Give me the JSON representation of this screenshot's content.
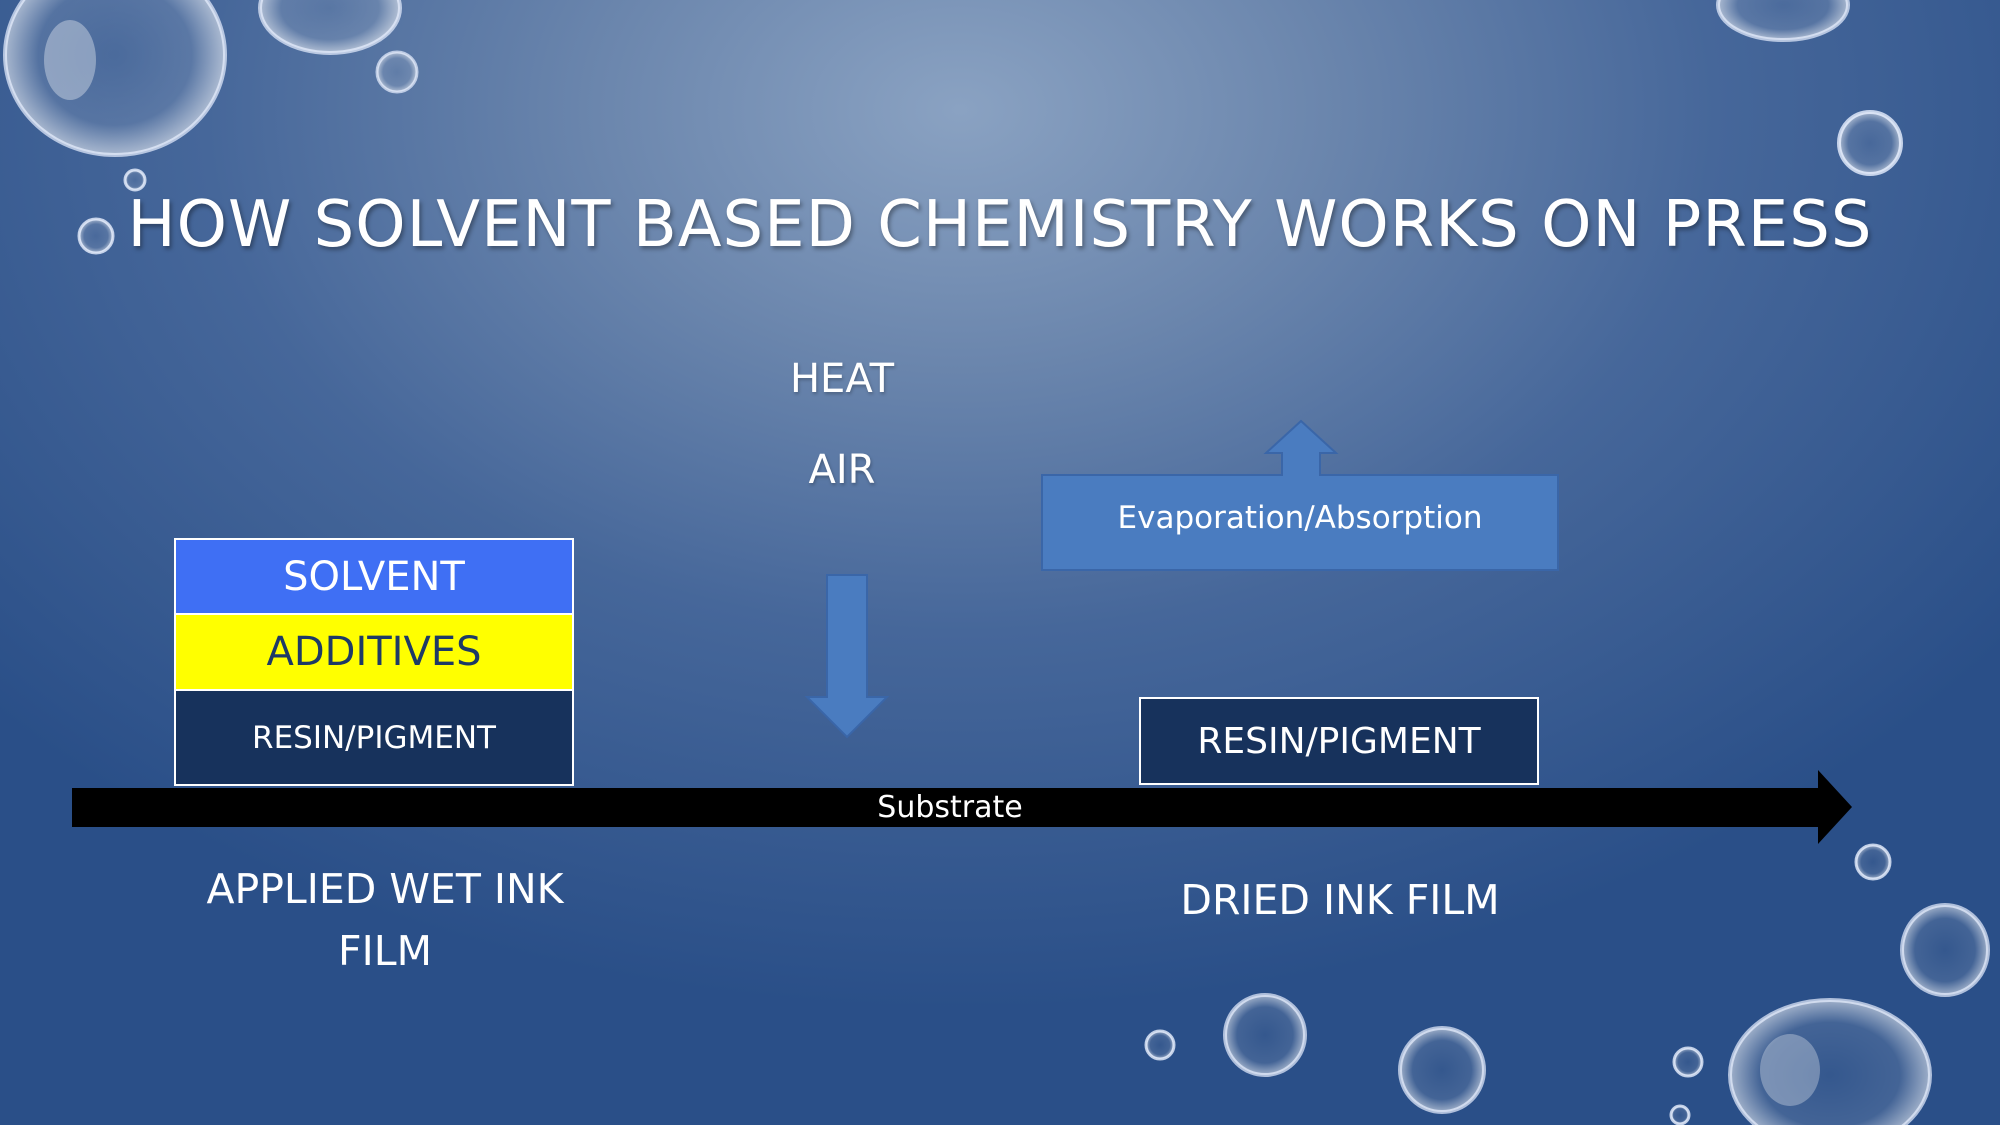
{
  "title": "HOW SOLVENT BASED CHEMISTRY WORKS ON PRESS",
  "inputs": {
    "heat": "HEAT",
    "air": "AIR"
  },
  "wet_ink_stack": {
    "layers": [
      "SOLVENT",
      "ADDITIVES",
      "RESIN/PIGMENT"
    ],
    "colors": [
      "#3f6ff4",
      "#ffff00",
      "#17325c"
    ]
  },
  "process": {
    "label": "Evaporation/Absorption",
    "color": "#4a7cc0"
  },
  "dried_ink": {
    "layer": "RESIN/PIGMENT"
  },
  "substrate": {
    "label": "Substrate"
  },
  "captions": {
    "applied": "APPLIED WET INK FILM",
    "dried": "DRIED INK FILM"
  },
  "decorations": {
    "background": "water-droplets"
  }
}
